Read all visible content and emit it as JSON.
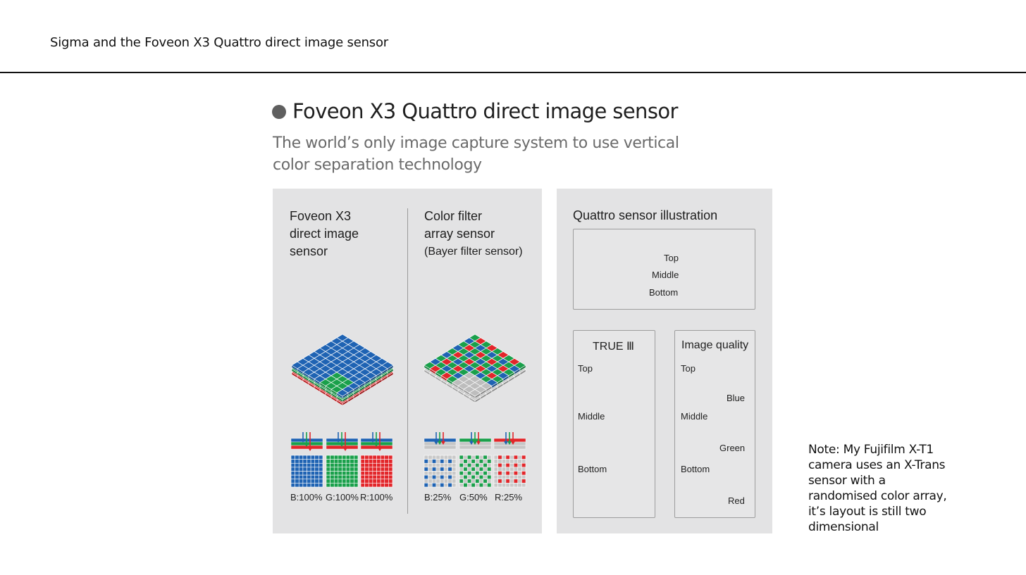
{
  "slide": {
    "title": "Sigma and the Foveon X3 Quattro direct image sensor",
    "note": "Note: My Fujifilm X-T1 camera uses an X-Trans sensor with a randomised color array, it’s layout is still two dimensional"
  },
  "figure": {
    "title": "Foveon X3 Quattro direct image sensor",
    "subtitle": "The world’s only image capture system to use vertical color separation technology"
  },
  "left_panel": {
    "foveon": {
      "heading_lines": [
        "Foveon X3",
        "direct image",
        "sensor"
      ],
      "labels": [
        "B:100%",
        "G:100%",
        "R:100%"
      ]
    },
    "bayer": {
      "heading_lines": [
        "Color filter",
        "array sensor"
      ],
      "heading_sub": "(Bayer filter sensor)",
      "labels": [
        "B:25%",
        "G:50%",
        "R:25%"
      ]
    }
  },
  "right_panel": {
    "title": "Quattro sensor illustration",
    "top_box": {
      "layers": [
        "Top",
        "Middle",
        "Bottom"
      ]
    },
    "true_box": {
      "title": "TRUE Ⅲ",
      "labels": [
        "Top",
        "Middle",
        "Bottom"
      ]
    },
    "quality_box": {
      "title": "Image quality",
      "labels": [
        "Top",
        "Middle",
        "Bottom"
      ],
      "colors": [
        "Blue",
        "Green",
        "Red"
      ]
    }
  },
  "colors": {
    "blue": "#1f63b3",
    "green": "#1aa04b",
    "red": "#e2262a",
    "gray": "#a4a4a4",
    "panel": "#e3e3e4"
  }
}
